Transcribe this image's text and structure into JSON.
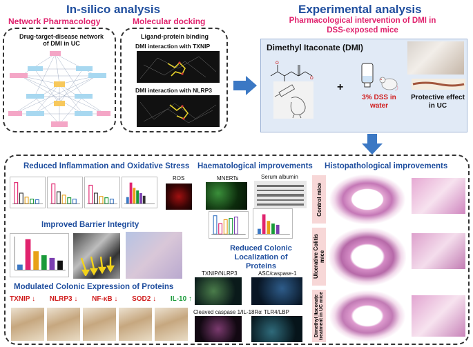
{
  "header": {
    "insilico": "In-silico analysis",
    "experimental": "Experimental analysis"
  },
  "network": {
    "title": "Network Pharmacology",
    "subtitle": "Drug-target-disease network of DMI in UC"
  },
  "docking": {
    "title": "Molecular docking",
    "subtitle": "Ligand-protein binding",
    "txnip_label": "DMI interaction with TXNIP",
    "nlrp3_label": "DMI interaction with NLRP3"
  },
  "intervention": {
    "title": "Pharmacological intervention of DMI in DSS-exposed mice",
    "compound": "Dimethyl Itaconate (DMI)",
    "plus": "+",
    "dss": "3% DSS in water",
    "outcome": "Protective effect in UC"
  },
  "results": {
    "inflammation": "Reduced Inflammation and Oxidative Stress",
    "ros": "ROS",
    "haemato": "Haematological improvements",
    "mnerts": "MNERTs",
    "albumin": "Serum albumin",
    "histo": "Histopathological improvements",
    "barrier": "Improved Barrier Integrity",
    "localization": "Reduced Colonic Localization of Proteins",
    "txnip_nlrp3": "TXNIP/NLRP3",
    "asc_casp": "ASC/caspase-1",
    "cleaved": "Cleaved caspase 1/IL-18Rα",
    "tlr4": "TLR4/LBP",
    "modulated": "Modulated Colonic Expression of Proteins",
    "proteins": [
      {
        "name": "TXNIP",
        "dir": "↓"
      },
      {
        "name": "NLRP3",
        "dir": "↓"
      },
      {
        "name": "NF-κB",
        "dir": "↓"
      },
      {
        "name": "SOD2",
        "dir": "↓"
      },
      {
        "name": "IL-10",
        "dir": "↑"
      }
    ],
    "histo_labels": {
      "control": "Control mice",
      "uc": "Ulcerative Colitis mice",
      "dmi": "Dimethyl Itaconate treatment in UC mice"
    }
  },
  "colors": {
    "title_blue": "#1f4e9e",
    "accent_pink": "#e0236e",
    "arrow_blue": "#3b78c4",
    "down_red": "#d01c1c",
    "up_green": "#1a9b3a"
  }
}
